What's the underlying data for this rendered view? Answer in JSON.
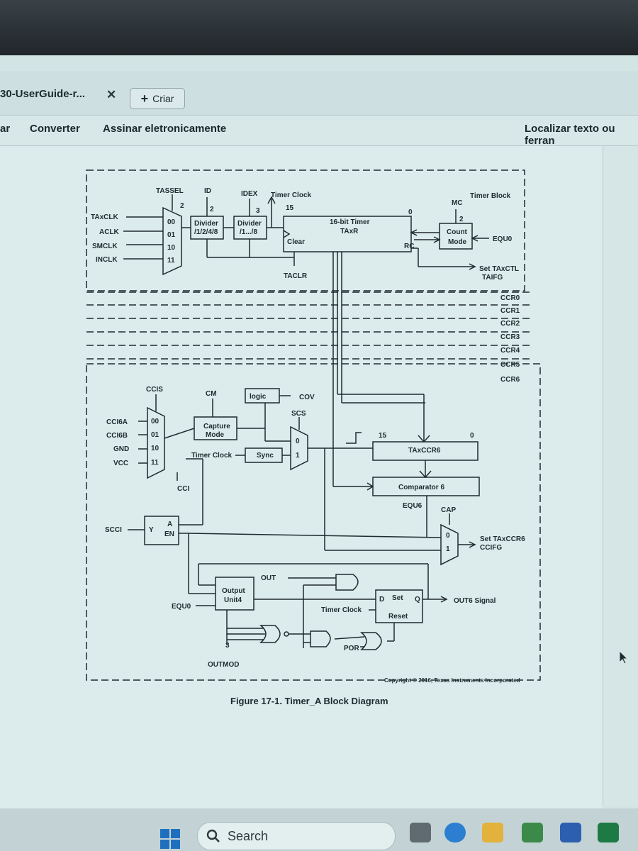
{
  "browser": {
    "tab_title": "30-UserGuide-r...",
    "close_glyph": "✕",
    "new_tab_label": "Criar",
    "new_tab_glyph": "+"
  },
  "toolbar": {
    "item_left": "ar",
    "item_convert": "Converter",
    "item_sign": "Assinar eletronicamente",
    "item_find": "Localizar texto ou ferran"
  },
  "diagram": {
    "caption": "Figure 17-1. Timer_A Block Diagram",
    "copyright": "Copyright © 2016, Texas Instruments Incorporated",
    "timer_block_label": "Timer Block",
    "tassel": "TASSEL",
    "id": "ID",
    "idex": "IDEX",
    "timer_clock_top": "Timer Clock",
    "bit15": "15",
    "bit0": "0",
    "mc": "MC",
    "bus2": "2",
    "bus3": "3",
    "clk_inputs": [
      "TAxCLK",
      "ACLK",
      "SMCLK",
      "INCLK"
    ],
    "mux_codes": [
      "00",
      "01",
      "10",
      "11"
    ],
    "divider1_a": "Divider",
    "divider1_b": "/1/2/4/8",
    "divider2_a": "Divider",
    "divider2_b": "/1.../8",
    "timer_a": "16-bit Timer",
    "timer_b": "TAxR",
    "clear": "Clear",
    "rc": "RC",
    "count_a": "Count",
    "count_b": "Mode",
    "equ0_top": "EQU0",
    "taclr": "TACLR",
    "set_taifg_a": "Set TAxCTL",
    "set_taifg_b": "TAIFG",
    "ccr_labels": [
      "CCR0",
      "CCR1",
      "CCR2",
      "CCR3",
      "CCR4",
      "CCR5",
      "CCR6"
    ],
    "ccis": "CCIS",
    "cm": "CM",
    "logic": "logic",
    "cov": "COV",
    "scs": "SCS",
    "cc_inputs": [
      "CCI6A",
      "CCI6B",
      "GND",
      "VCC"
    ],
    "capture_a": "Capture",
    "capture_b": "Mode",
    "timer_clock_mid": "Timer Clock",
    "sync": "Sync",
    "sel0": "0",
    "sel1": "1",
    "bit15b": "15",
    "bit0b": "0",
    "taxccr6": "TAxCCR6",
    "comparator": "Comparator 6",
    "cci": "CCI",
    "equ6": "EQU6",
    "cap": "CAP",
    "scci": "SCCI",
    "y": "Y",
    "a": "A",
    "en": "EN",
    "set_ccifg_a": "Set TAxCCR6",
    "set_ccifg_b": "CCIFG",
    "out": "OUT",
    "output_a": "Output",
    "output_b": "Unit4",
    "equ0_bottom": "EQU0",
    "d": "D",
    "set": "Set",
    "q": "Q",
    "reset": "Reset",
    "timer_clock_low": "Timer Clock",
    "out6": "OUT6 Signal",
    "por": "POR",
    "outmod": "OUTMOD"
  },
  "taskbar": {
    "search_label": "Search"
  },
  "colors": {
    "ink": "#1f2b2e",
    "screen": "#d3e4e5",
    "excel": "#1e7a45",
    "edge": "#2c7fd0",
    "folder": "#e3b23c"
  }
}
